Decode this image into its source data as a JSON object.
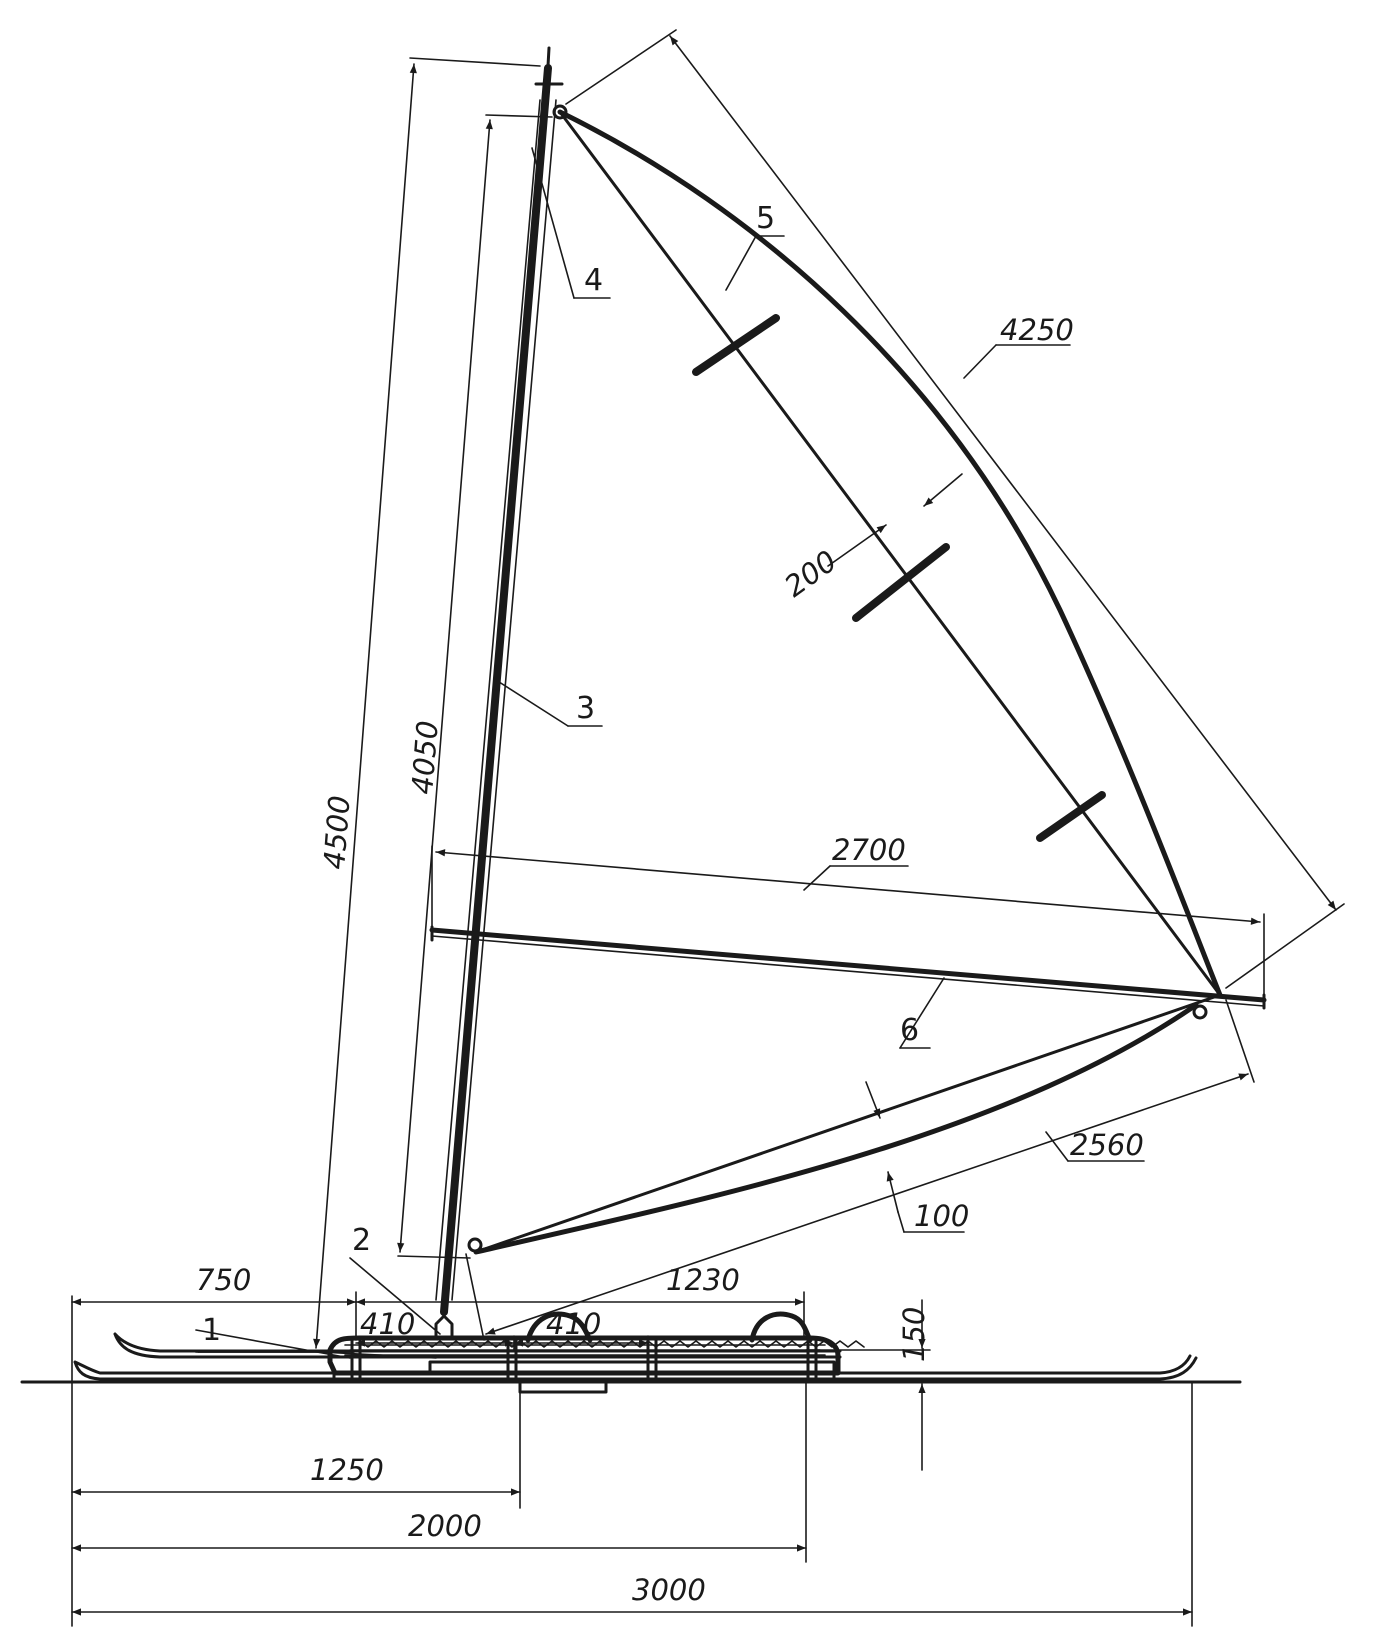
{
  "dimensions": {
    "d4500": "4500",
    "d4050": "4050",
    "d4250": "4250",
    "d2700": "2700",
    "d2560": "2560",
    "d200": "200",
    "d100": "100",
    "d750": "750",
    "d1230": "1230",
    "d410a": "410",
    "d410b": "410",
    "d150": "150",
    "d1250": "1250",
    "d2000": "2000",
    "d3000": "3000"
  },
  "callouts": {
    "c1": "1",
    "c2": "2",
    "c3": "3",
    "c4": "4",
    "c5": "5",
    "c6": "6"
  }
}
